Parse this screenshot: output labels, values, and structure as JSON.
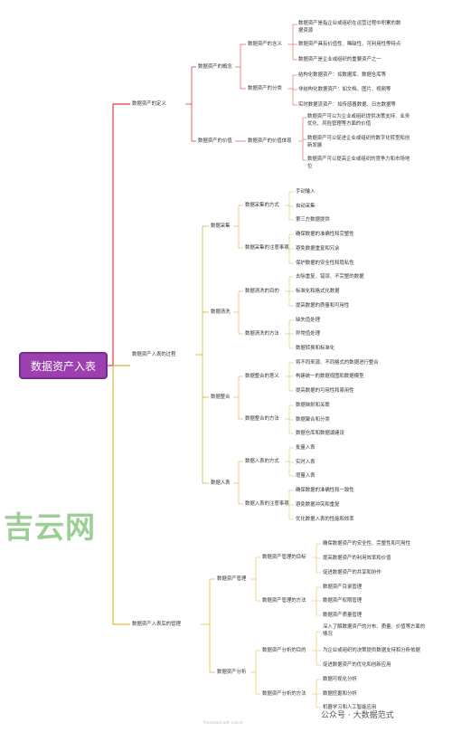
{
  "root": {
    "label": "数据资产入表"
  },
  "b1": {
    "label": "数据资产的定义",
    "c1": {
      "label": "数据资产的概念",
      "g1": {
        "label": "数据资产的含义",
        "l1a": "数据资产是指企业或组织在运营过程中积累的数",
        "l1b": "据资源",
        "l2": "数据资产具有价值性、稀缺性、可利用性等特点",
        "l3": "数据资产是企业或组织的重要资产之一"
      },
      "g2": {
        "label": "数据资产的分类",
        "l1": "结构化数据资产：如数据库、数据仓库等",
        "l2": "非结构化数据资产：如文档、图片、视频等",
        "l3": "实时数据流资产：如传感器数据、日志数据等"
      }
    },
    "c2": {
      "label": "数据资产的价值",
      "g1": {
        "label": "数据资产的价值体现",
        "l1a": "数据资产可以为企业或组织提供决策支持、业务",
        "l1b": "优化、风险管理等方面的价值",
        "l2a": "数据资产可以促进企业或组织的数字化转型和创",
        "l2b": "新发展",
        "l3a": "数据资产可以提高企业或组织的竞争力和市场地",
        "l3b": "位"
      }
    }
  },
  "b2": {
    "label": "数据资产入表的过程",
    "c1": {
      "label": "数据采集",
      "g1": {
        "label": "数据采集的方式",
        "l1": "手动输入",
        "l2": "自动采集",
        "l3": "第三方数据提供"
      },
      "g2": {
        "label": "数据采集的注意事项",
        "l1": "确保数据的准确性和完整性",
        "l2": "避免数据重复和冗余",
        "l3": "保护数据的安全性和隐私性"
      }
    },
    "c2": {
      "label": "数据清洗",
      "g1": {
        "label": "数据清洗的目的",
        "l1": "去除重复、错误、不完整的数据",
        "l2": "标准化和格式化数据",
        "l3": "提高数据的质量和可用性"
      },
      "g2": {
        "label": "数据清洗的方法",
        "l1": "缺失值处理",
        "l2": "异常值处理",
        "l3": "数据转换和标准化"
      }
    },
    "c3": {
      "label": "数据整合",
      "g1": {
        "label": "数据整合的意义",
        "l1": "将不同来源、不同格式的数据进行整合",
        "l2": "构建统一的数据视图和数据模型",
        "l3": "提高数据的可用性和易用性"
      },
      "g2": {
        "label": "数据整合的方法",
        "l1": "数据映射和关联",
        "l2": "数据聚合和分类",
        "l3": "数据仓库和数据湖建设"
      }
    },
    "c4": {
      "label": "数据入表",
      "g1": {
        "label": "数据入表的方式",
        "l1": "批量入表",
        "l2": "实时入表",
        "l3": "增量入表"
      },
      "g2": {
        "label": "数据入表的注意事项",
        "l1": "确保数据的准确性和一致性",
        "l2": "避免数据冲突和重复",
        "l3": "优化数据入表的性能和效率"
      }
    }
  },
  "b3": {
    "label": "数据资产入表后的管理",
    "c1": {
      "label": "数据资产管理",
      "g1": {
        "label": "数据资产管理的目标",
        "l1": "确保数据资产的安全性、完整性和可用性",
        "l2": "提高数据资产的利用效率和价值",
        "l3": "促进数据资产的共享和协作"
      },
      "g2": {
        "label": "数据资产管理的方法",
        "l1": "数据资产目录管理",
        "l2": "数据资产权限管理",
        "l3": "数据资产质量管理"
      }
    },
    "c2": {
      "label": "数据资产分析",
      "g1": {
        "label": "数据资产分析的目的",
        "l1a": "深入了解数据资产的分布、质量、价值等方面的",
        "l1b": "情况",
        "l2": "为企业或组织的决策提供数据支持和分析依据",
        "l3": "促进数据资产的优化和创新应用"
      },
      "g2": {
        "label": "数据资产分析的方法",
        "l1": "数据可视化分析",
        "l2": "数据挖掘和分析",
        "l3": "机器学习和人工智能应用"
      }
    }
  },
  "watermark": "吉云网",
  "footer": "Presented with xmind",
  "brand": "公众号 · 大数据范式",
  "colors": {
    "root": "#9c3fb0",
    "branch1": "#e03a3a",
    "branch2": "#d9b23a",
    "branch3": "#e8b840"
  }
}
